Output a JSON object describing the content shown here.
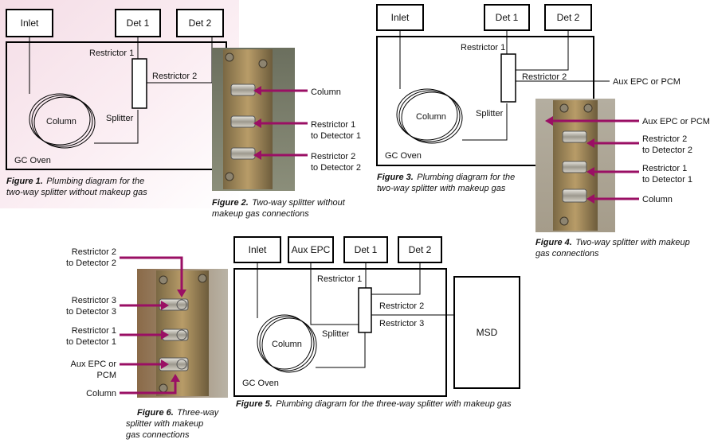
{
  "figure1": {
    "inlet": "Inlet",
    "det1": "Det 1",
    "det2": "Det 2",
    "restrictor1": "Restrictor 1",
    "restrictor2": "Restrictor 2",
    "column": "Column",
    "splitter": "Splitter",
    "oven": "GC Oven",
    "caption_bold": "Figure 1.",
    "caption_line1": "Plumbing diagram for the",
    "caption_line2": "two-way splitter without makeup gas"
  },
  "figure2": {
    "labels": [
      [
        "Column"
      ],
      [
        "Restrictor 1",
        "to Detector 1"
      ],
      [
        "Restrictor 2",
        "to Detector 2"
      ]
    ],
    "caption_bold": "Figure 2.",
    "caption_line1": "Two-way splitter without",
    "caption_line2": "makeup gas connections"
  },
  "figure3": {
    "inlet": "Inlet",
    "det1": "Det 1",
    "det2": "Det 2",
    "restrictor1": "Restrictor 1",
    "restrictor2": "Restrictor 2",
    "aux": "Aux EPC or PCM",
    "column": "Column",
    "splitter": "Splitter",
    "oven": "GC Oven",
    "caption_bold": "Figure 3.",
    "caption_line1": "Plumbing diagram for the",
    "caption_line2": "two-way splitter with makeup gas"
  },
  "figure4": {
    "labels": [
      [
        "Aux EPC or PCM"
      ],
      [
        "Restrictor 2",
        "to Detector 2"
      ],
      [
        "Restrictor 1",
        "to Detector 1"
      ],
      [
        "Column"
      ]
    ],
    "caption_bold": "Figure 4.",
    "caption_line1": "Two-way splitter with makeup",
    "caption_line2": "gas connections"
  },
  "figure5": {
    "inlet": "Inlet",
    "aux": "Aux EPC",
    "det1": "Det 1",
    "det2": "Det 2",
    "restrictor1": "Restrictor 1",
    "restrictor2": "Restrictor 2",
    "restrictor3": "Restrictor 3",
    "column": "Column",
    "splitter": "Splitter",
    "oven": "GC Oven",
    "msd": "MSD",
    "caption_bold": "Figure 5.",
    "caption_line1": "Plumbing diagram for the three-way splitter with makeup gas"
  },
  "figure6": {
    "labels": [
      [
        "Restrictor 2",
        "to Detector 2"
      ],
      [
        "Restrictor 3",
        "to Detector 3"
      ],
      [
        "Restrictor 1",
        "to Detector 1"
      ],
      [
        "Aux EPC or",
        "PCM"
      ],
      [
        "Column"
      ]
    ],
    "caption_bold": "Figure 6.",
    "caption_line1": "Three-way",
    "caption_line2": "splitter with makeup",
    "caption_line3": "gas connections"
  },
  "colors": {
    "arrow": "#9a0f64",
    "figure1_background": "#f4dde6",
    "plate": "#a89060"
  }
}
